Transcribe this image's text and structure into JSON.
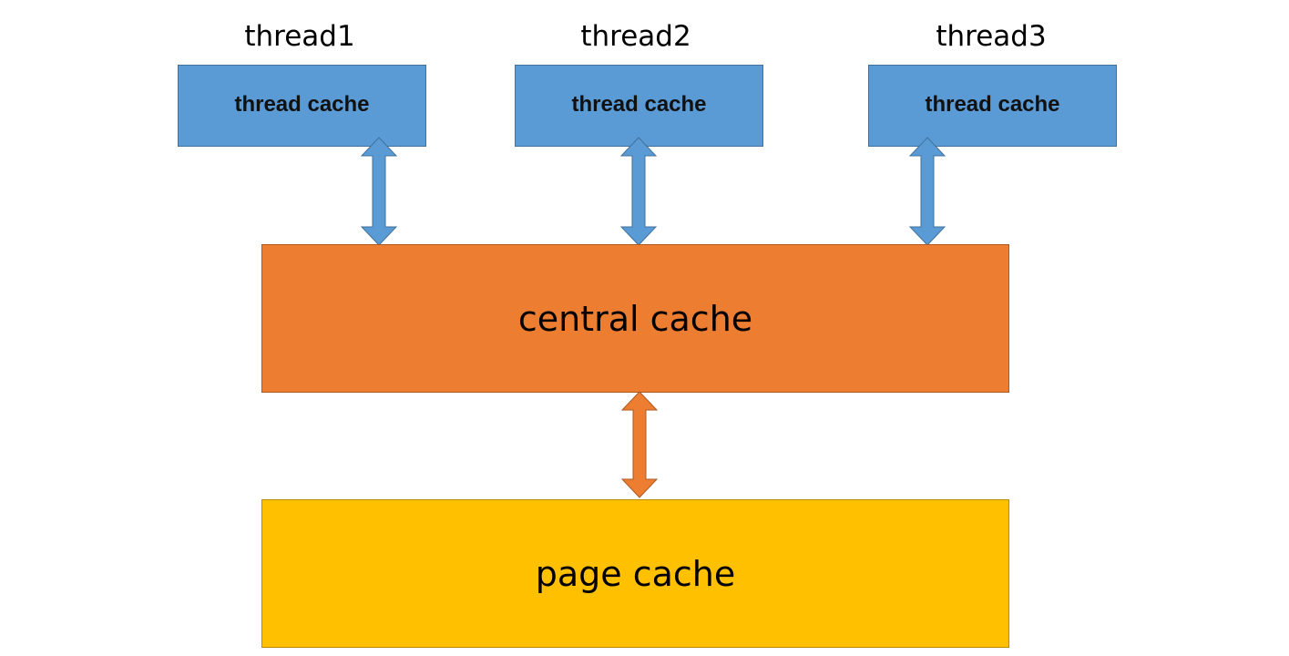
{
  "threads": [
    {
      "name": "thread1",
      "cache_label": "thread cache"
    },
    {
      "name": "thread2",
      "cache_label": "thread cache"
    },
    {
      "name": "thread3",
      "cache_label": "thread cache"
    }
  ],
  "central_cache": {
    "label": "central cache"
  },
  "page_cache": {
    "label": "page cache"
  },
  "colors": {
    "thread_cache": "#5b9bd5",
    "central_cache": "#ed7d31",
    "page_cache": "#ffc000"
  }
}
